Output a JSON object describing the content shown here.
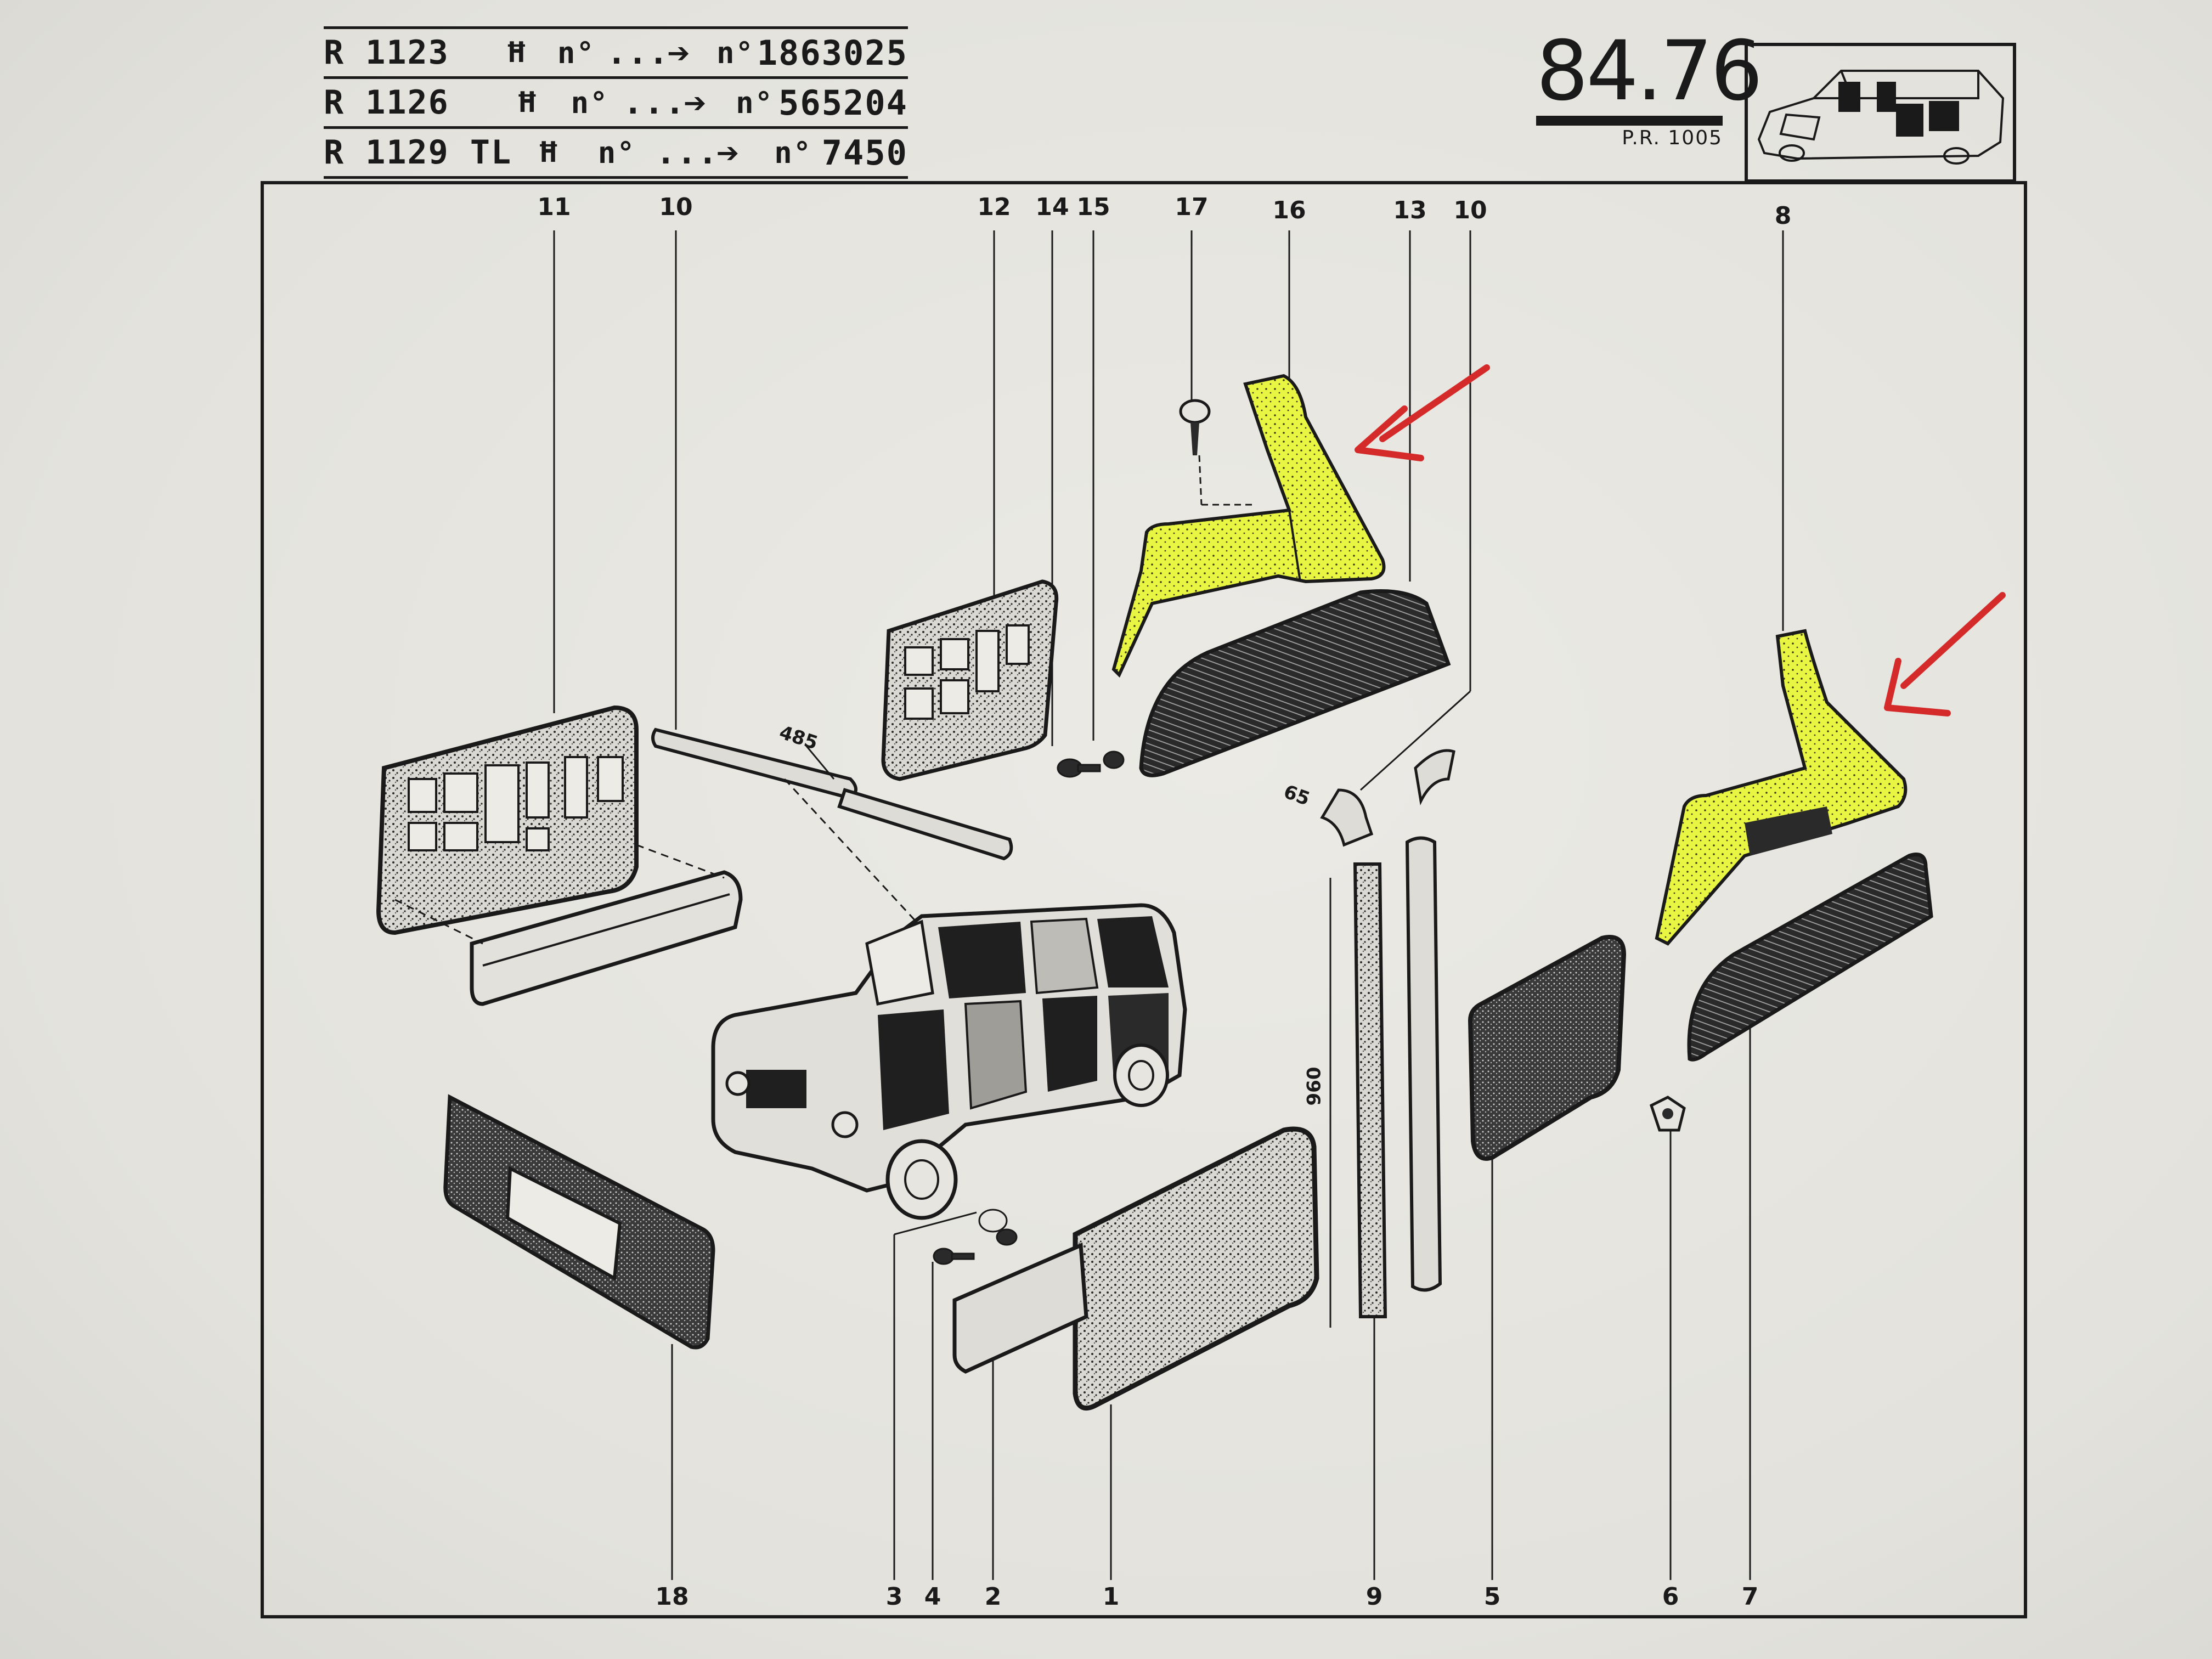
{
  "header": {
    "rows": [
      {
        "model": "R 1123",
        "symbol": "Ħ",
        "from_label": "n°",
        "from_value": "...",
        "arrow": "➔",
        "to_label": "n°",
        "to_value": "1863025"
      },
      {
        "model": "R 1126",
        "symbol": "Ħ",
        "from_label": "n°",
        "from_value": "...",
        "arrow": "➔",
        "to_label": "n°",
        "to_value": "565204"
      },
      {
        "model": "R 1129 TL",
        "symbol": "Ħ",
        "from_label": "n°",
        "from_value": "...",
        "arrow": "➔",
        "to_label": "n°",
        "to_value": "7450"
      }
    ],
    "page_number": "84.76",
    "page_ref": "P.R. 1005"
  },
  "callouts": {
    "top": [
      "11",
      "10",
      "12",
      "14",
      "15",
      "17",
      "16",
      "13",
      "10",
      "8"
    ],
    "bottom": [
      "18",
      "3",
      "4",
      "2",
      "1",
      "9",
      "5",
      "6",
      "7"
    ]
  },
  "dimensions": {
    "a": "485",
    "b": "65",
    "c": "960"
  },
  "colors": {
    "ink": "#1a1a1a",
    "paper": "#e6e5e0",
    "highlight": "#e8f542",
    "annotation_red": "#d42a2a"
  },
  "icons": [
    "double-frame-symbol-icon",
    "right-arrow-icon",
    "red-annotation-arrow-icon"
  ]
}
